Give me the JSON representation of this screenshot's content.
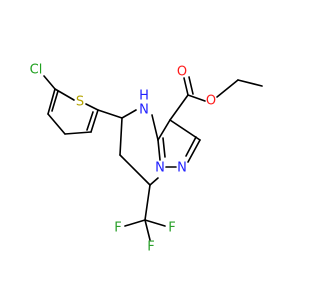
{
  "molecule": {
    "atoms": {
      "cl": "Cl",
      "s": "S",
      "nh_n": "N",
      "nh_h": "H",
      "n_ring": "N",
      "n_eq": "N",
      "o_carbonyl": "O",
      "o_ester": "O",
      "f_left": "F",
      "f_mid": "F",
      "f_right": "F"
    },
    "colors": {
      "bond": "#000000",
      "chlorine": "#1fa01f",
      "sulfur": "#b5a400",
      "nitrogen": "#2020ff",
      "oxygen": "#ff1a1a",
      "fluorine": "#2aa02a"
    }
  }
}
